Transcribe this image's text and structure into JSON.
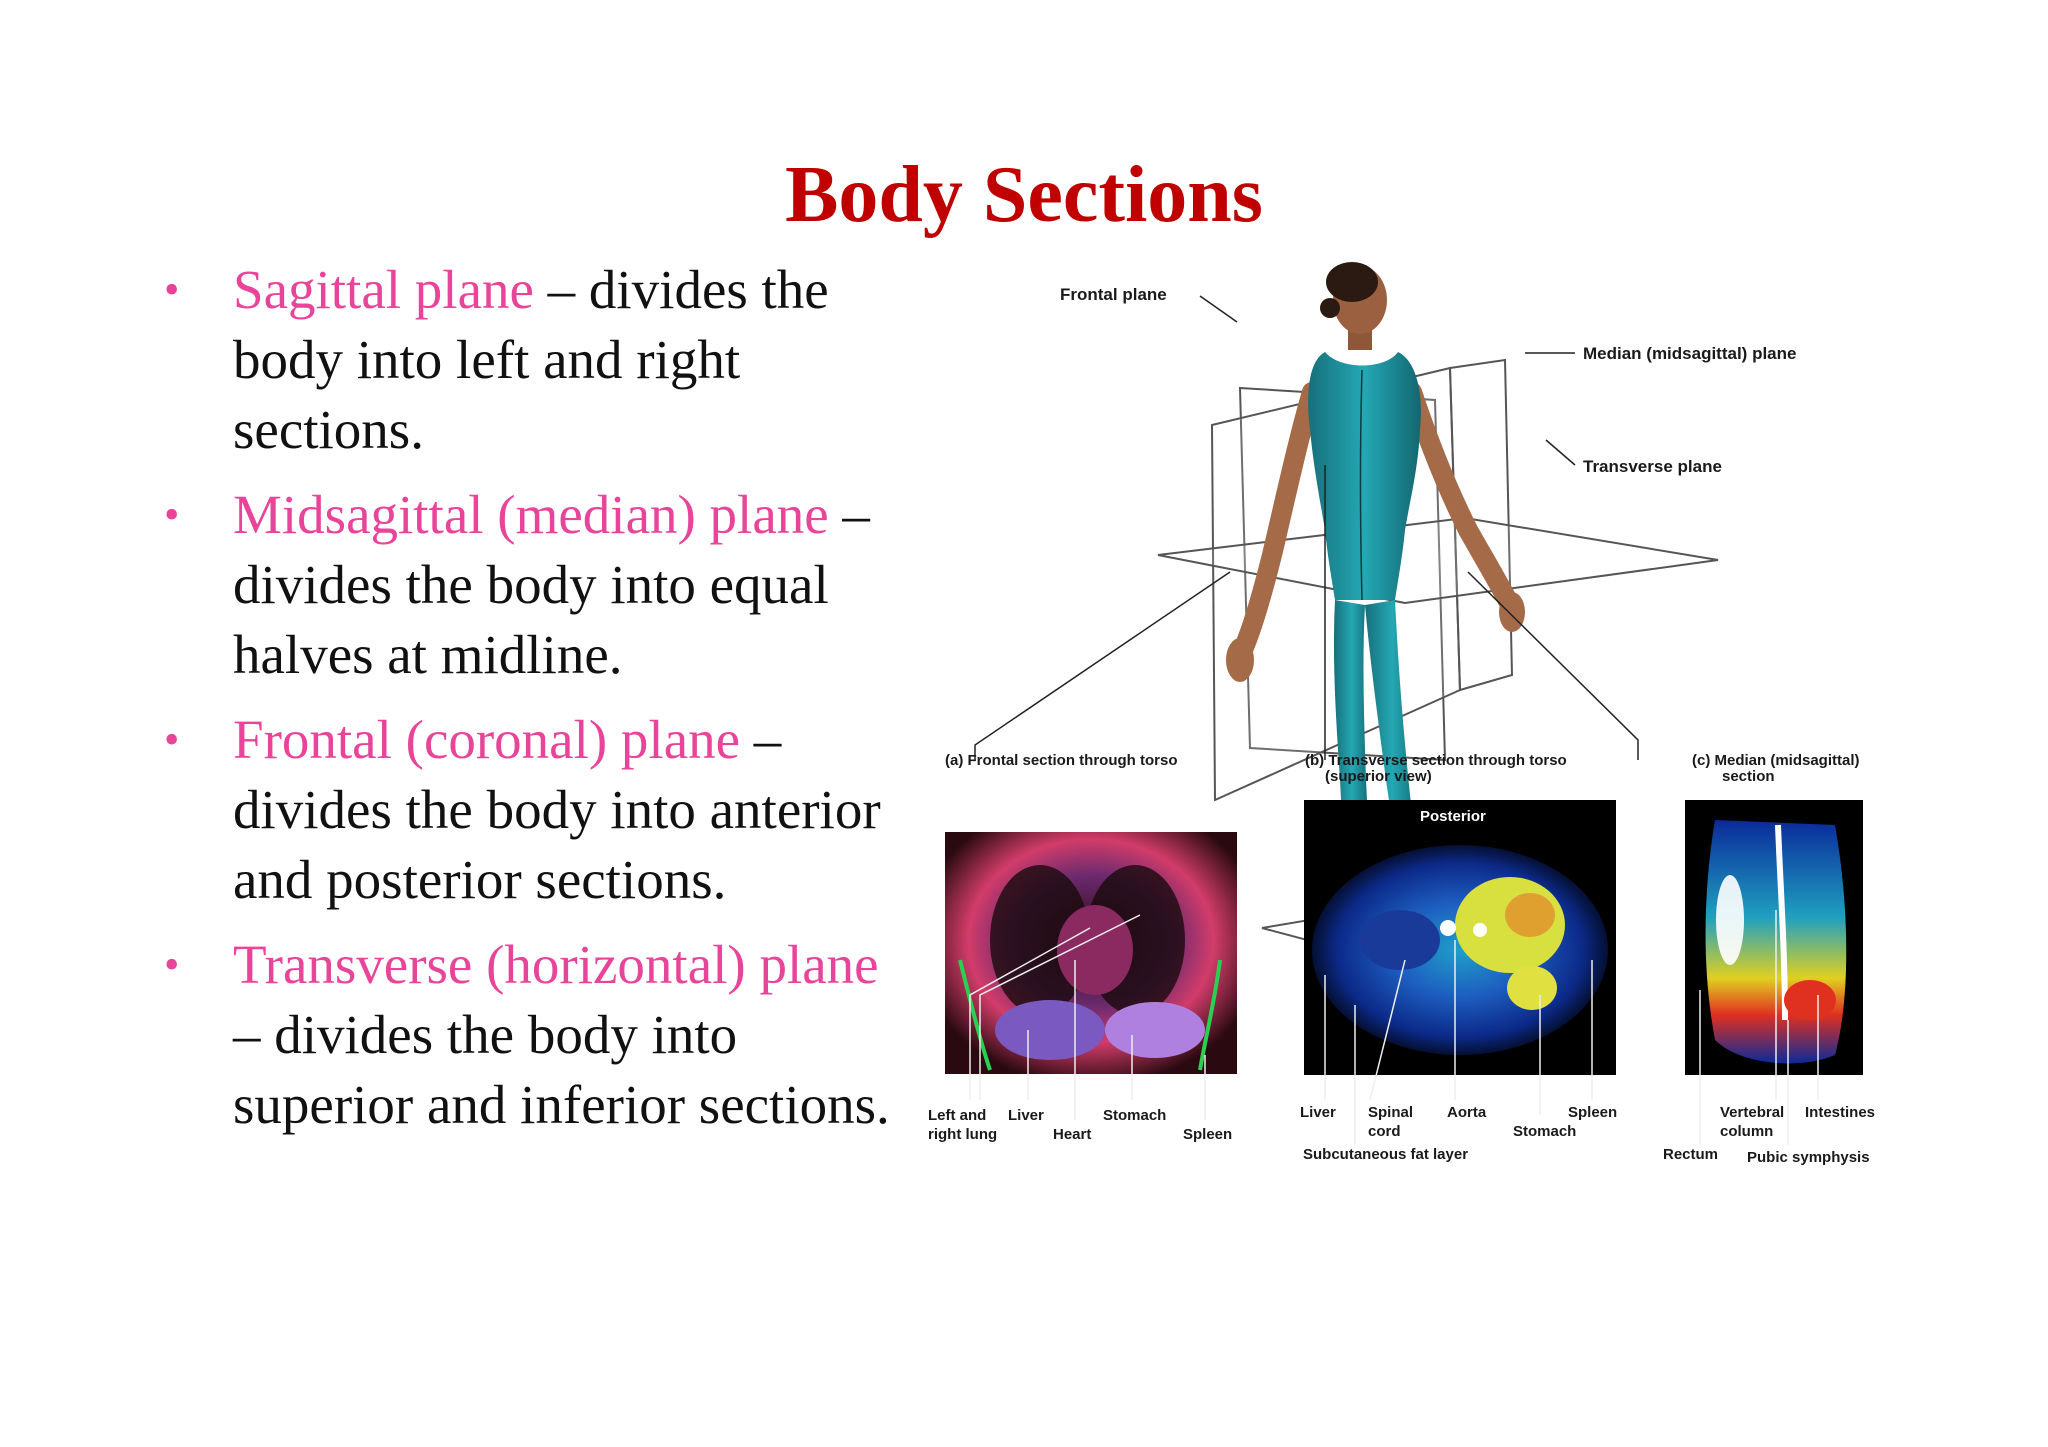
{
  "slide": {
    "title": "Body Sections",
    "bullets": [
      {
        "term": "Sagittal plane",
        "rest": " – divides the body into left and right sections."
      },
      {
        "term": "Midsagittal (median) plane",
        "rest": " – divides the body into equal halves at midline."
      },
      {
        "term": "Frontal (coronal) plane",
        "rest": " – divides the body into anterior and posterior sections."
      },
      {
        "term": "Transverse (horizontal) plane",
        "rest": " – divides the body into superior and inferior sections."
      }
    ],
    "bullet_glyph": "•"
  },
  "figure": {
    "plane_labels": {
      "frontal": "Frontal plane",
      "median": "Median (midsagittal) plane",
      "transverse": "Transverse plane"
    },
    "captions": {
      "a": "(a)  Frontal section through torso",
      "b1": "(b)  Transverse section through torso",
      "b2": "(superior view)",
      "c1": "(c)  Median (midsagittal)",
      "c2": "section"
    },
    "posterior": "Posterior",
    "labels_a": {
      "left_right_lung_1": "Left and",
      "left_right_lung_2": "right lung",
      "liver": "Liver",
      "stomach": "Stomach",
      "heart": "Heart",
      "spleen": "Spleen"
    },
    "labels_b": {
      "liver": "Liver",
      "spinal_1": "Spinal",
      "spinal_2": "cord",
      "aorta": "Aorta",
      "spleen": "Spleen",
      "stomach": "Stomach",
      "fat": "Subcutaneous fat layer"
    },
    "labels_c": {
      "vertebral_1": "Vertebral",
      "vertebral_2": "column",
      "intestines": "Intestines",
      "rectum": "Rectum",
      "pubic": "Pubic symphysis"
    },
    "colors": {
      "title": "#c00000",
      "term": "#e8459a",
      "suit": "#1f9aa6"
    }
  }
}
